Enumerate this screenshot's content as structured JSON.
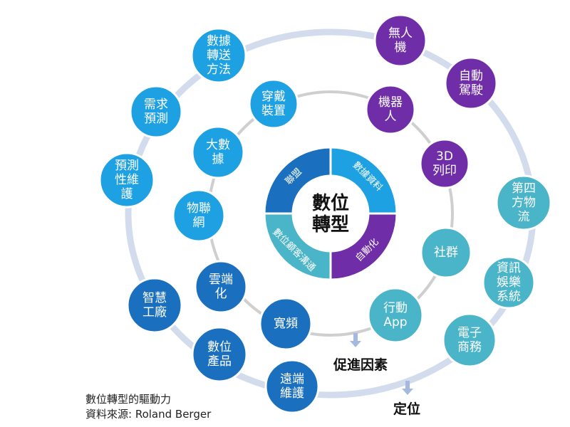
{
  "center": {
    "title_lines": [
      "數位",
      "轉型"
    ],
    "segments": [
      {
        "label": "數據資料",
        "color": "#1da1e2"
      },
      {
        "label": "自動化",
        "color": "#6f2da8"
      },
      {
        "label": "數位顧客溝通",
        "color": "#4ab4c8"
      },
      {
        "label": "聯盟",
        "color": "#1a6fbf"
      }
    ]
  },
  "nodes": [
    {
      "id": "drone",
      "lines": [
        "無人",
        "機"
      ],
      "color": "#6f2da8"
    },
    {
      "id": "autonomous-driving",
      "lines": [
        "自動",
        "駕駛"
      ],
      "color": "#6f2da8"
    },
    {
      "id": "robot",
      "lines": [
        "機器",
        "人"
      ],
      "color": "#6f2da8"
    },
    {
      "id": "3d-printing",
      "lines": [
        "3D",
        "列印"
      ],
      "color": "#6f2da8"
    },
    {
      "id": "data-transfer",
      "lines": [
        "數據",
        "轉送",
        "方法"
      ],
      "color": "#1da1e2"
    },
    {
      "id": "demand-forecast",
      "lines": [
        "需求",
        "預測"
      ],
      "color": "#1da1e2"
    },
    {
      "id": "predictive-maintenance",
      "lines": [
        "預測",
        "性維",
        "護"
      ],
      "color": "#1da1e2"
    },
    {
      "id": "wearables",
      "lines": [
        "穿戴",
        "裝置"
      ],
      "color": "#1da1e2"
    },
    {
      "id": "big-data",
      "lines": [
        "大數",
        "據"
      ],
      "color": "#1da1e2"
    },
    {
      "id": "iot",
      "lines": [
        "物聯",
        "網"
      ],
      "color": "#1da1e2"
    },
    {
      "id": "logistics",
      "lines": [
        "第四",
        "方物",
        "流"
      ],
      "color": "#4ab4c8"
    },
    {
      "id": "infotainment",
      "lines": [
        "資訊",
        "娛樂",
        "系統"
      ],
      "color": "#4ab4c8"
    },
    {
      "id": "ecommerce",
      "lines": [
        "電子",
        "商務"
      ],
      "color": "#4ab4c8"
    },
    {
      "id": "social",
      "lines": [
        "社群"
      ],
      "color": "#4ab4c8"
    },
    {
      "id": "mobile-app",
      "lines": [
        "行動",
        "App"
      ],
      "color": "#4ab4c8"
    },
    {
      "id": "cloud",
      "lines": [
        "雲端",
        "化"
      ],
      "color": "#1a6fbf"
    },
    {
      "id": "broadband",
      "lines": [
        "寬頻"
      ],
      "color": "#1a6fbf"
    },
    {
      "id": "smart-factory",
      "lines": [
        "智慧",
        "工廠"
      ],
      "color": "#1a6fbf"
    },
    {
      "id": "digital-products",
      "lines": [
        "數位",
        "產品"
      ],
      "color": "#1a6fbf"
    },
    {
      "id": "remote-maintenance",
      "lines": [
        "遠端",
        "維護"
      ],
      "color": "#1a6fbf"
    }
  ],
  "labels": {
    "enablers": "促進因素",
    "positioning": "定位"
  },
  "caption": {
    "line1": "數位轉型的驅動力",
    "line2": "資料來源: Roland Berger"
  },
  "colors": {
    "ring": "#d3dced",
    "inner_ring": "#cfcfcf",
    "arrow": "#a4b8e0"
  }
}
